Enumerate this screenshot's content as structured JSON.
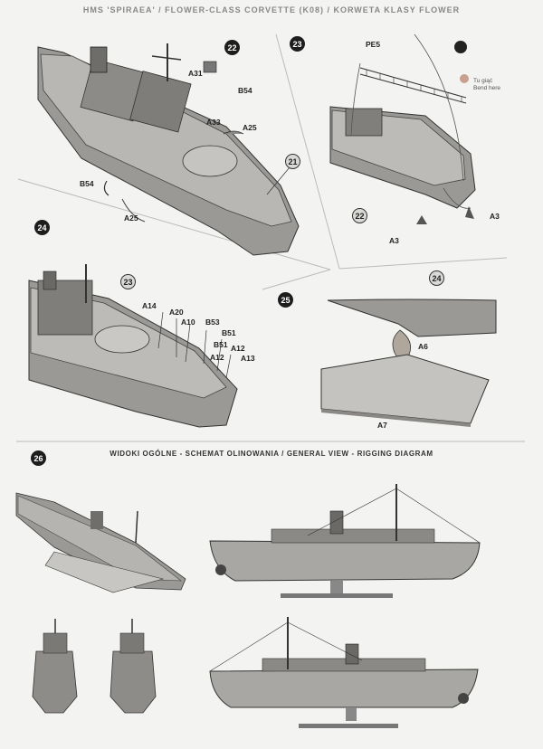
{
  "header": {
    "title": "HMS 'SPIRAEA' / FLOWER-CLASS CORVETTE (K08) / KORWETA KLASY FLOWER"
  },
  "steps": {
    "s22": "22",
    "s23": "23",
    "s24": "24",
    "s25": "25",
    "s26": "26"
  },
  "refs": {
    "r21": "21",
    "r22": "22",
    "r23": "23",
    "r24": "24"
  },
  "parts": {
    "p1": "A31",
    "p2": "B54",
    "p3": "A33",
    "p4": "A25",
    "p5": "B54",
    "p6": "A25",
    "p7": "PE5",
    "p8": "A3",
    "p9": "A3",
    "p10": "A14",
    "p11": "A20",
    "p12": "A10",
    "p13": "B53",
    "p14": "B51",
    "p15": "B51",
    "p16": "A12",
    "p17": "A12",
    "p18": "A13",
    "p19": "A6",
    "p20": "A7"
  },
  "bend_note": {
    "pl": "Tu giąć",
    "en": "Bend here"
  },
  "section": {
    "title": "WIDOKI OGÓLNE - SCHEMAT OLINOWANIA /  GENERAL VIEW - RIGGING DIAGRAM"
  },
  "colors": {
    "hull": "#9a9996",
    "deck": "#b8b7b3",
    "dark": "#3a3a3a",
    "paper": "#f3f3f1"
  }
}
